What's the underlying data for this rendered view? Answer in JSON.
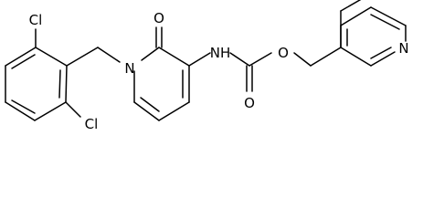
{
  "molecule": {
    "atom_labels": {
      "cl_top": "Cl",
      "cl_bottom": "Cl",
      "n_ring": "N",
      "o_carbonyl_ring": "O",
      "nh": "NH",
      "o_carbamate": "O",
      "o_ester": "O",
      "n_pyridine": "N"
    },
    "colors": {
      "bonds": "#000000",
      "labels": "#000000",
      "background": "#ffffff"
    }
  }
}
